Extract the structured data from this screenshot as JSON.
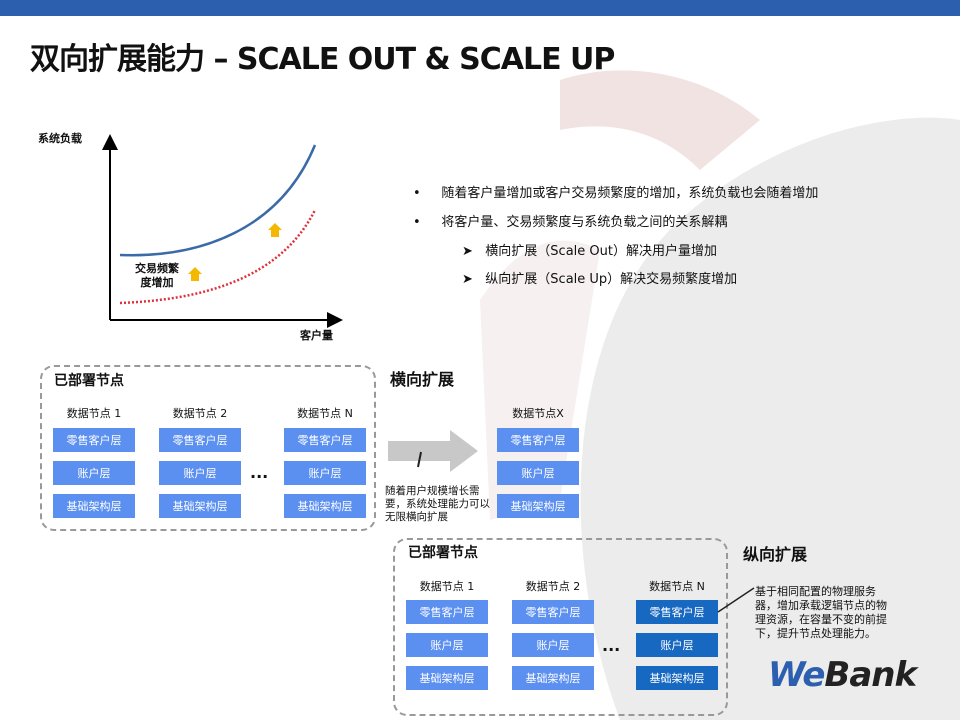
{
  "title": "双向扩展能力 – SCALE OUT & SCALE UP",
  "colors": {
    "brand": "#2c5fae",
    "node": "#5b8ff0",
    "node_dark": "#1768c0",
    "curve_blue": "#3a6aa8",
    "curve_red": "#e0303a"
  },
  "chart": {
    "ylabel": "系统负载",
    "xlabel": "客户量",
    "annotation": "交易频繁\n度增加"
  },
  "bullets": [
    {
      "text": "随着客户量增加或客户交易频繁度的增加，系统负载也会随着增加"
    },
    {
      "text": "将客户量、交易频繁度与系统负载之间的关系解耦"
    }
  ],
  "sub_bullets": [
    {
      "text": "横向扩展（Scale Out）解决用户量增加"
    },
    {
      "text": "纵向扩展（Scale Up）解决交易频繁度增加"
    }
  ],
  "layers": [
    "零售客户层",
    "账户层",
    "基础架构层"
  ],
  "group1": {
    "title": "已部署节点",
    "nodes": [
      "数据节点 1",
      "数据节点 2",
      "数据节点 N"
    ],
    "ellipsis": "..."
  },
  "scale_out": {
    "title": "横向扩展",
    "desc": "随着用户规模增长需要，系统处理能力可以无限横向扩展",
    "new_node": "数据节点X"
  },
  "group2": {
    "title": "已部署节点",
    "nodes": [
      "数据节点 1",
      "数据节点 2",
      "数据节点 N"
    ],
    "ellipsis": "..."
  },
  "scale_up": {
    "title": "纵向扩展",
    "desc": "基于相同配置的物理服务器，增加承载逻辑节点的物理资源，在容量不变的前提下，提升节点处理能力。"
  },
  "logo": "WeBank"
}
